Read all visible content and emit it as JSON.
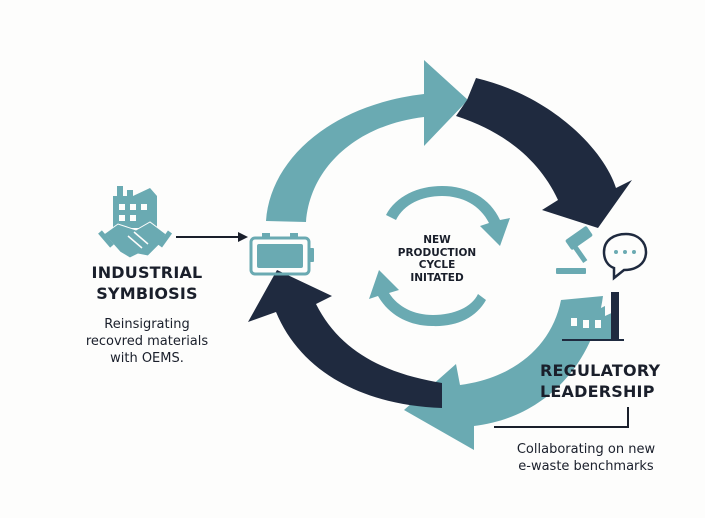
{
  "colors": {
    "teal": "#6aaab2",
    "navy": "#1f2a3f",
    "text": "#1a1f2b",
    "background": "#fdfdfc"
  },
  "center": {
    "lines": [
      "NEW",
      "PRODUCTION",
      "CYCLE",
      "INITATED"
    ]
  },
  "left": {
    "title_lines": [
      "INDUSTRIAL",
      "SYMBIOSIS"
    ],
    "description_lines": [
      "Reinsigrating",
      "recovred materials",
      "with OEMS."
    ]
  },
  "right": {
    "title_lines": [
      "REGULATORY",
      "LEADERSHIP"
    ],
    "description_lines": [
      "Collaborating on new",
      "e-waste benchmarks"
    ]
  },
  "icons": {
    "left": [
      "factory-icon",
      "handshake-icon"
    ],
    "cycle": [
      "battery-icon"
    ],
    "right": [
      "gavel-icon",
      "speech-bubble-icon",
      "factory-icon"
    ]
  }
}
